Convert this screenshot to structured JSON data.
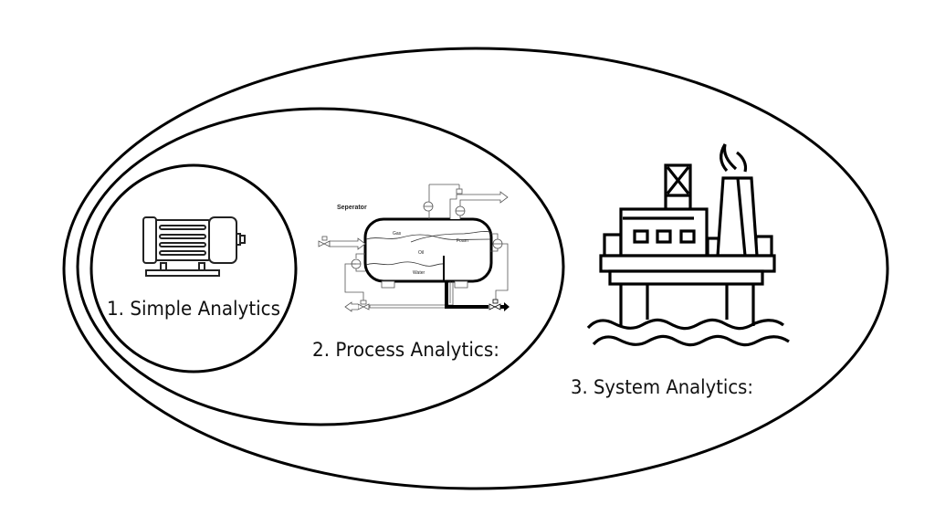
{
  "diagram": {
    "title": "Analytics levels",
    "colors": {
      "stroke": "#000000",
      "background": "#ffffff",
      "text": "#111111",
      "pipe": "#555555"
    },
    "levels": [
      {
        "id": "simple",
        "label": "1. Simple Analytics",
        "icon": "electric-motor-icon"
      },
      {
        "id": "process",
        "label": "2. Process Analytics:",
        "icon": "separator-process-diagram-icon"
      },
      {
        "id": "system",
        "label": "3. System Analytics:",
        "icon": "offshore-oil-platform-icon"
      }
    ],
    "separator": {
      "title": "Seperator",
      "zones": {
        "gas": "Gas",
        "foam": "Foam",
        "oil": "Oil",
        "water": "Water"
      }
    }
  }
}
